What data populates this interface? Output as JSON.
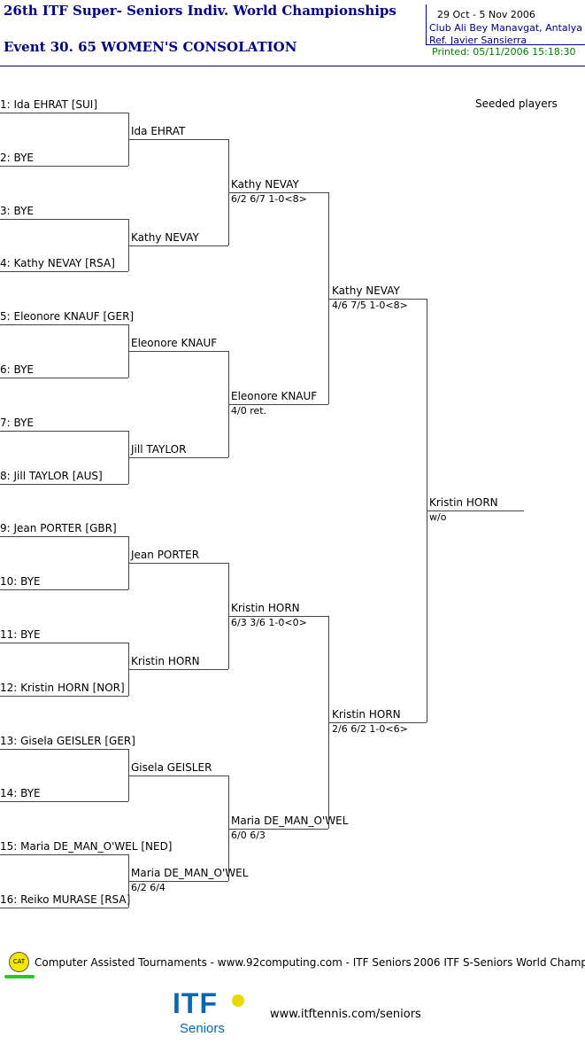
{
  "header": {
    "title": "26th ITF Super- Seniors Indiv. World Championships",
    "event": "Event 30. 65 WOMEN'S CONSOLATION",
    "dates": "29 Oct - 5 Nov 2006",
    "venue": "Club Ali Bey Manavgat, Antalya",
    "referee": "Ref. Javier Sansierra",
    "printed": "Printed: 05/11/2006 15:18:30"
  },
  "seeded_label": "Seeded players",
  "draw": [
    "1: Ida EHRAT [SUI]",
    "2: BYE",
    "3: BYE",
    "4: Kathy NEVAY [RSA]",
    "5: Eleonore KNAUF [GER]",
    "6: BYE",
    "7: BYE",
    "8: Jill TAYLOR [AUS]",
    "9: Jean PORTER [GBR]",
    "10: BYE",
    "11: BYE",
    "12: Kristin HORN [NOR]",
    "13: Gisela GEISLER [GER]",
    "14: BYE",
    "15: Maria DE_MAN_O'WEL [NED]",
    "16: Reiko MURASE [RSA]"
  ],
  "round2": [
    {
      "name": "Ida EHRAT",
      "score": ""
    },
    {
      "name": "Kathy NEVAY",
      "score": ""
    },
    {
      "name": "Eleonore KNAUF",
      "score": ""
    },
    {
      "name": "Jill TAYLOR",
      "score": ""
    },
    {
      "name": "Jean PORTER",
      "score": ""
    },
    {
      "name": "Kristin HORN",
      "score": ""
    },
    {
      "name": "Gisela GEISLER",
      "score": ""
    },
    {
      "name": "Maria DE_MAN_O'WEL",
      "score": "6/2 6/4"
    }
  ],
  "round3": [
    {
      "name": "Kathy NEVAY",
      "score": "6/2 6/7 1-0<8>"
    },
    {
      "name": "Eleonore KNAUF",
      "score": "4/0 ret."
    },
    {
      "name": "Kristin HORN",
      "score": "6/3 3/6 1-0<0>"
    },
    {
      "name": "Maria DE_MAN_O'WEL",
      "score": "6/0 6/3"
    }
  ],
  "semis": [
    {
      "name": "Kathy NEVAY",
      "score": "4/6 7/5 1-0<8>"
    },
    {
      "name": "Kristin HORN",
      "score": "2/6 6/2 1-0<6>"
    }
  ],
  "final": {
    "name": "Kristin HORN",
    "score": "w/o"
  },
  "footer": {
    "cat_badge": "CAT",
    "cat_text": "Computer Assisted Tournaments - www.92computing.com -  ITF Seniors",
    "event_name": "2006 ITF S-Seniors World Champ",
    "logo_itf": "ITF",
    "logo_seniors": "Seniors",
    "website": "www.itftennis.com/seniors"
  },
  "colors": {
    "title": "#000080",
    "printed": "#008000",
    "cat_badge": "#f2e600",
    "logo_blue": "#0a66b2",
    "logo_ball": "#e8d800"
  }
}
